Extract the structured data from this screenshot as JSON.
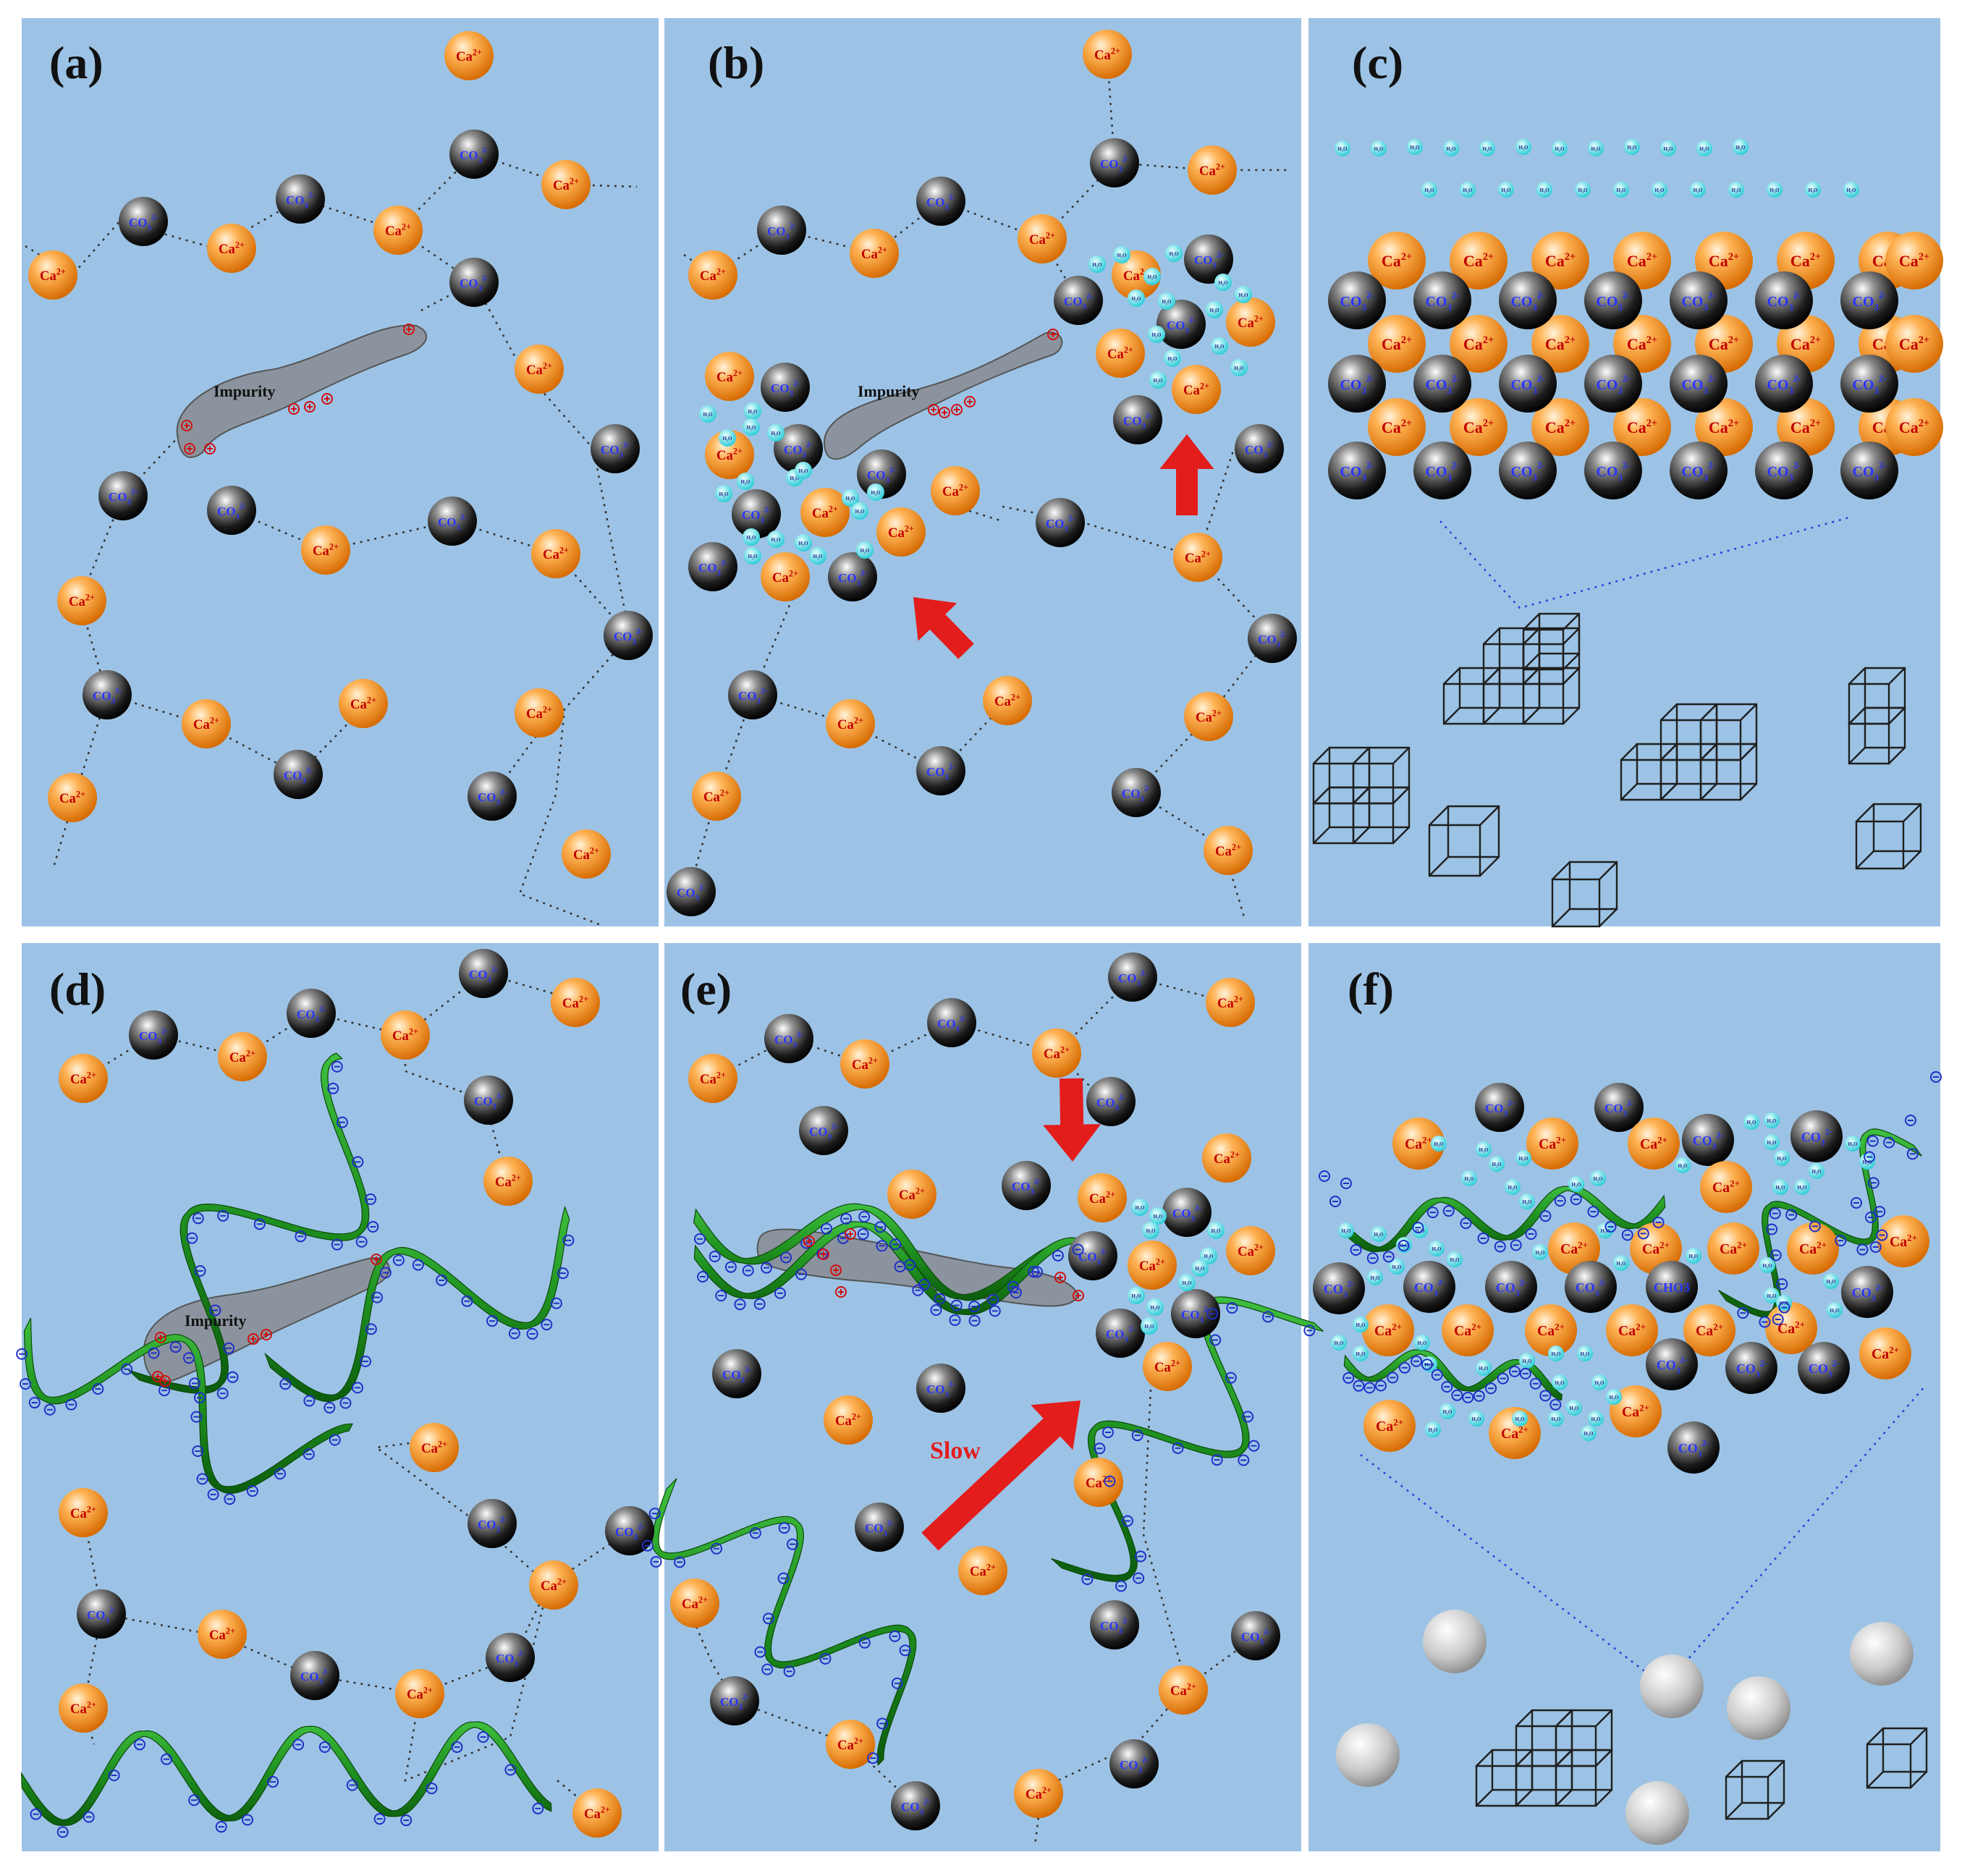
{
  "figure": {
    "panels": [
      {
        "id": "a",
        "label": "(a)"
      },
      {
        "id": "b",
        "label": "(b)"
      },
      {
        "id": "c",
        "label": "(c)"
      },
      {
        "id": "d",
        "label": "(d)"
      },
      {
        "id": "e",
        "label": "(e)"
      },
      {
        "id": "f",
        "label": "(f)"
      }
    ],
    "impurity_label": "Impurity",
    "slow_label": "Slow",
    "ion_labels": {
      "calcium": "Ca",
      "calcium_charge": "2+",
      "carbonate": "CO",
      "carbonate_sub": "3",
      "carbonate_charge": "2-",
      "water": "H₂O",
      "bicarbonate": "CHO3"
    },
    "colors": {
      "background": "#9cc3e5",
      "calcium": "#f6921e",
      "carbonate": "#1a1a1a",
      "water": "#3fe0e8",
      "polymer": "#1e8f1e",
      "impurity": "#8a8f96",
      "arrow": "#e31c1c",
      "sphere": "#c8c8c8"
    }
  }
}
